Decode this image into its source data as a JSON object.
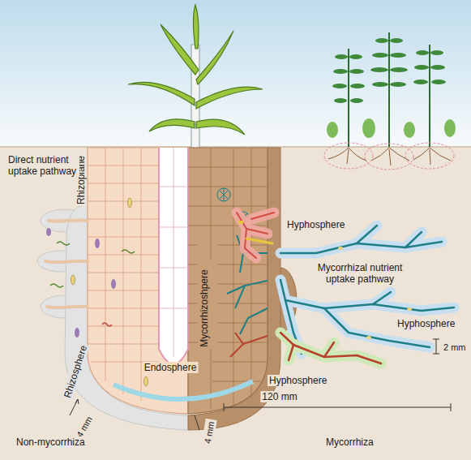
{
  "diagram": {
    "labels": [
      "Rhizoplane",
      "Direct nutrient uptake pathway",
      "Hyphosphere",
      "Mycorrhizal nutrient uptake pathway",
      "Hyphosphere",
      "Mycorrhizoshpere",
      "2 mm",
      "Rhizosphere",
      "Endosphere",
      "4 mm",
      "4 mm",
      "Hyphosphere",
      "120 mm",
      "Non-mycorrhiza",
      "Mycorrhiza"
    ]
  }
}
